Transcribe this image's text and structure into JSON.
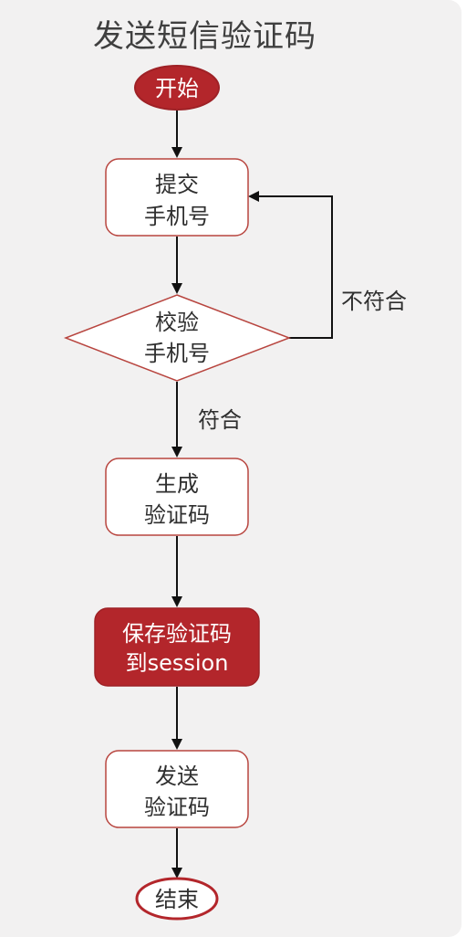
{
  "title": "发送短信验证码",
  "nodes": {
    "start": "开始",
    "submit": [
      "提交",
      "手机号"
    ],
    "validate": [
      "校验",
      "手机号"
    ],
    "generate": [
      "生成",
      "验证码"
    ],
    "save": [
      "保存验证码",
      "到session"
    ],
    "send": [
      "发送",
      "验证码"
    ],
    "end": "结束"
  },
  "edges": {
    "fail_label": "不符合",
    "pass_label": "符合"
  },
  "colors": {
    "accent": "#b3262b",
    "node_border": "#b8453f",
    "panel_bg": "#f2f1f1"
  }
}
